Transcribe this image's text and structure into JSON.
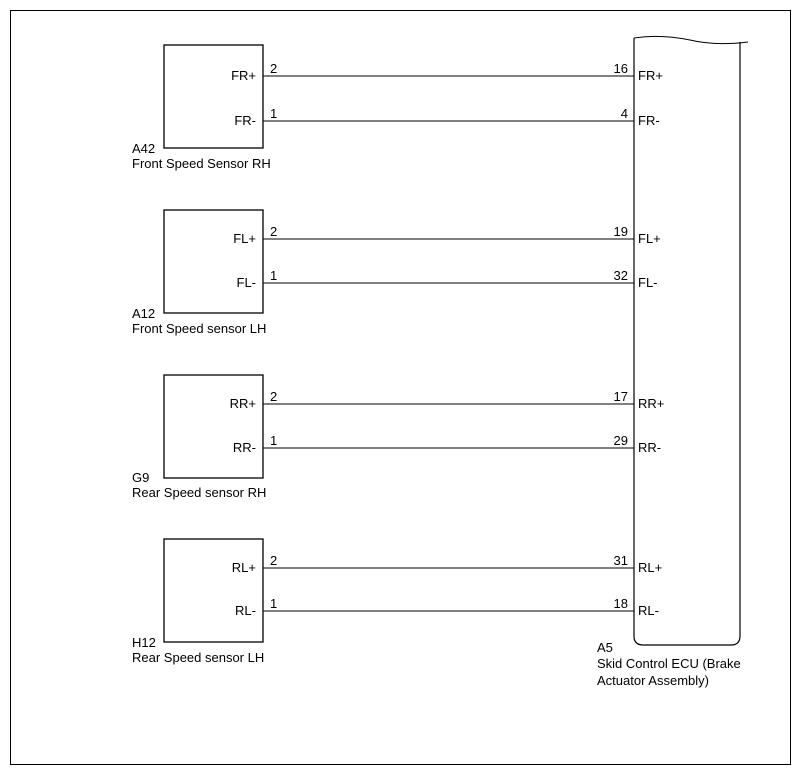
{
  "sensors": [
    {
      "id": "A42",
      "name": "Front Speed Sensor RH",
      "pins": [
        {
          "label": "FR+",
          "pin": "2",
          "ecu_pin": "16",
          "ecu_label": "FR+"
        },
        {
          "label": "FR-",
          "pin": "1",
          "ecu_pin": "4",
          "ecu_label": "FR-"
        }
      ]
    },
    {
      "id": "A12",
      "name": "Front Speed sensor LH",
      "pins": [
        {
          "label": "FL+",
          "pin": "2",
          "ecu_pin": "19",
          "ecu_label": "FL+"
        },
        {
          "label": "FL-",
          "pin": "1",
          "ecu_pin": "32",
          "ecu_label": "FL-"
        }
      ]
    },
    {
      "id": "G9",
      "name": "Rear Speed sensor RH",
      "pins": [
        {
          "label": "RR+",
          "pin": "2",
          "ecu_pin": "17",
          "ecu_label": "RR+"
        },
        {
          "label": "RR-",
          "pin": "1",
          "ecu_pin": "29",
          "ecu_label": "RR-"
        }
      ]
    },
    {
      "id": "H12",
      "name": "Rear Speed sensor LH",
      "pins": [
        {
          "label": "RL+",
          "pin": "2",
          "ecu_pin": "31",
          "ecu_label": "RL+"
        },
        {
          "label": "RL-",
          "pin": "1",
          "ecu_pin": "18",
          "ecu_label": "RL-"
        }
      ]
    }
  ],
  "ecu": {
    "id": "A5",
    "name_line1": "Skid Control ECU (Brake",
    "name_line2": "Actuator Assembly)"
  }
}
